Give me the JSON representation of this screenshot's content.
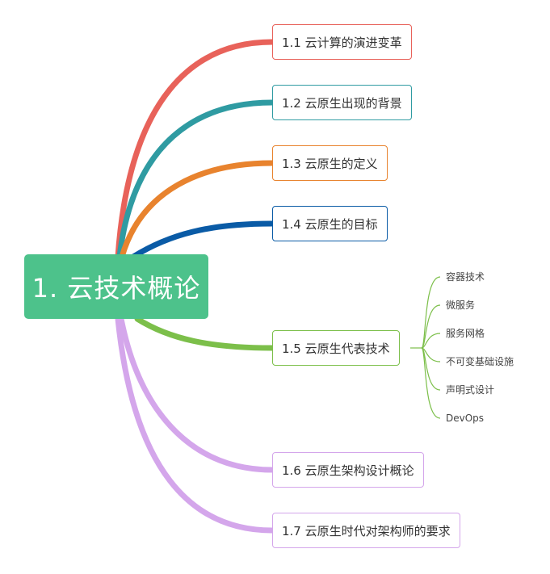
{
  "root": {
    "label": "1. 云技术概论",
    "color": "#4dc28b"
  },
  "topics": [
    {
      "label": "1.1 云计算的演进变革",
      "color": "#e8625a"
    },
    {
      "label": "1.2 云原生出现的背景",
      "color": "#2f9ba2"
    },
    {
      "label": "1.3 云原生的定义",
      "color": "#e8832e"
    },
    {
      "label": "1.4 云原生的目标",
      "color": "#0a5ba6"
    },
    {
      "label": "1.5 云原生代表技术",
      "color": "#7cbf4a",
      "children": [
        "容器技术",
        "微服务",
        "服务网格",
        "不可变基础设施",
        "声明式设计",
        "DevOps"
      ]
    },
    {
      "label": "1.6 云原生架构设计概论",
      "color": "#d4a6eb"
    },
    {
      "label": "1.7 云原生时代对架构师的要求",
      "color": "#d4a6eb"
    }
  ]
}
